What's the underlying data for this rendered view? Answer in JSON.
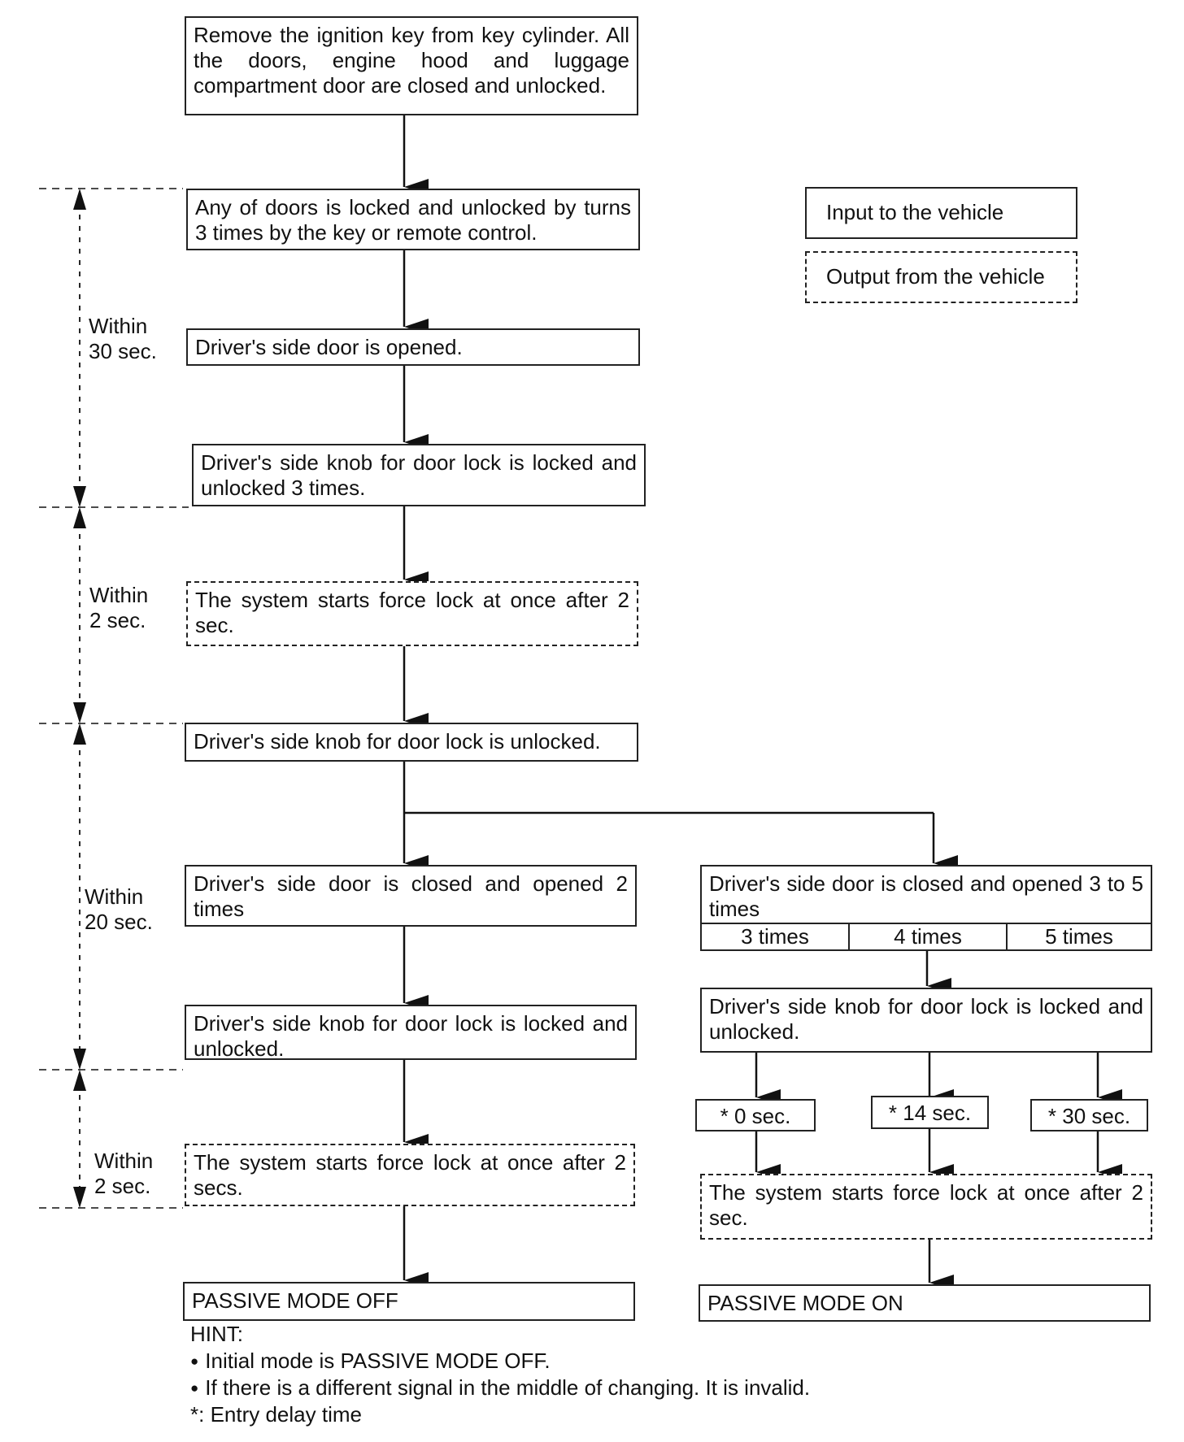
{
  "boxes": {
    "start": "Remove the ignition key from key cylinder. All the doors, engine hood and luggage compartment door are closed and unlocked.",
    "lock_3_times": "Any of doors is locked and unlocked by turns 3 times by the key or remote control.",
    "door_opened": "Driver's side door is opened.",
    "knob_3_times": "Driver's side knob for door lock is locked and unlocked 3 times.",
    "force_lock_1": "The system starts force lock at once after 2 sec.",
    "knob_unlocked": "Driver's side knob for door lock is unlocked.",
    "door_2_times": "Driver's side door is closed and opened 2 times",
    "knob_locked_unlocked_left": "Driver's side knob for door lock is locked and unlocked.",
    "force_lock_2": "The system starts force lock at once after 2 secs.",
    "passive_off": "PASSIVE MODE OFF",
    "door_3_to_5": "Driver's side door is closed and opened 3 to 5 times",
    "times_3": "3 times",
    "times_4": "4 times",
    "times_5": "5 times",
    "knob_locked_unlocked_right": "Driver's side knob for door lock is locked and unlocked.",
    "delay_0": "* 0 sec.",
    "delay_14": "* 14 sec.",
    "delay_30": "* 30 sec.",
    "force_lock_3": "The system starts force lock at once after 2 sec.",
    "passive_on": "PASSIVE MODE ON"
  },
  "timing": {
    "within_30_line1": "Within",
    "within_30_line2": "30 sec.",
    "within_2a_line1": "Within",
    "within_2a_line2": "2 sec.",
    "within_20_line1": "Within",
    "within_20_line2": "20 sec.",
    "within_2b_line1": "Within",
    "within_2b_line2": "2 sec."
  },
  "legend": {
    "input": "Input to the vehicle",
    "output": "Output from the vehicle"
  },
  "hint": {
    "title": "HINT:",
    "item1": "Initial mode is PASSIVE MODE OFF.",
    "item2": "If there is a different signal in the middle of changing. It is invalid.",
    "footnote": "*: Entry delay time"
  }
}
